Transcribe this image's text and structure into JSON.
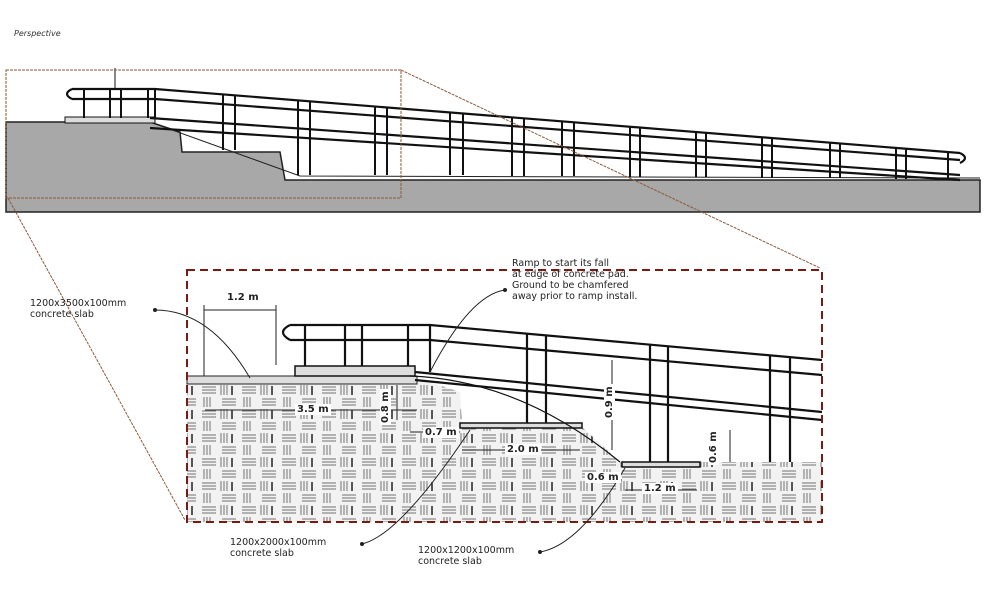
{
  "title": "Perspective",
  "colors": {
    "ground_fill": "#a8a8a8",
    "detail_border": "#7a1a12",
    "line": "#111111",
    "hatch": "#888888"
  },
  "annotations": {
    "slab_top": "1200x3500x100mm\nconcrete slab",
    "ramp_note": "Ramp to start its fall\nat edge of concrete pad.\nGround to be chamfered\naway prior to ramp install.",
    "slab_mid": "1200x2000x100mm\nconcrete slab",
    "slab_bottom": "1200x1200x100mm\nconcrete slab"
  },
  "dimensions": {
    "top_landing_width": "1.2 m",
    "top_slab_length": "3.5 m",
    "step_height_1": "0.8 m",
    "step_offset": "0.7 m",
    "mid_slab_length": "2.0 m",
    "rail_height": "0.9 m",
    "step_height_2": "0.6 m",
    "bottom_offset": "0.6 m",
    "bottom_landing_width": "1.2 m"
  }
}
